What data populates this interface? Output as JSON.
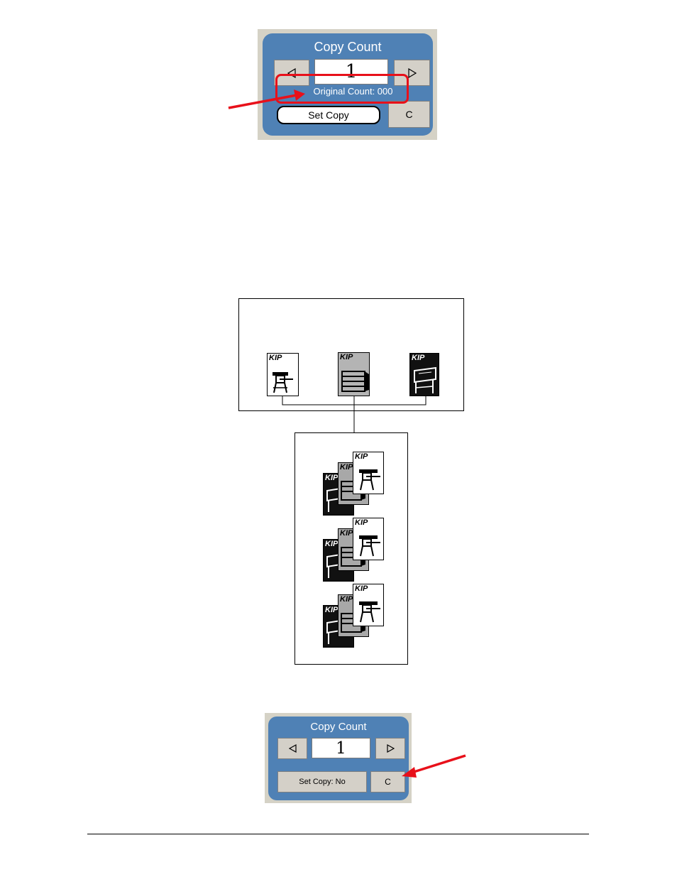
{
  "panel1": {
    "title": "Copy Count",
    "count": "1",
    "original_count_label": "Original Count: 000",
    "set_copy_label": "Set Copy",
    "clear_label": "C"
  },
  "diagram": {
    "originals": [
      {
        "label": "KIP",
        "style": "white"
      },
      {
        "label": "KIP",
        "style": "gray"
      },
      {
        "label": "KIP",
        "style": "black"
      }
    ],
    "sets": [
      {
        "pages": [
          "KIP",
          "KIP",
          "KIP"
        ]
      },
      {
        "pages": [
          "KIP",
          "KIP",
          "KIP"
        ]
      },
      {
        "pages": [
          "KIP",
          "KIP",
          "KIP"
        ]
      }
    ]
  },
  "panel2": {
    "title": "Copy Count",
    "count": "1",
    "set_copy_label": "Set Copy: No",
    "clear_label": "C"
  },
  "colors": {
    "panel_blue": "#4f81b5",
    "highlight_red": "#e8101a",
    "button_gray": "#d4d0c8"
  },
  "icons": {
    "prev": "left-triangle-icon",
    "next": "right-triangle-icon"
  }
}
